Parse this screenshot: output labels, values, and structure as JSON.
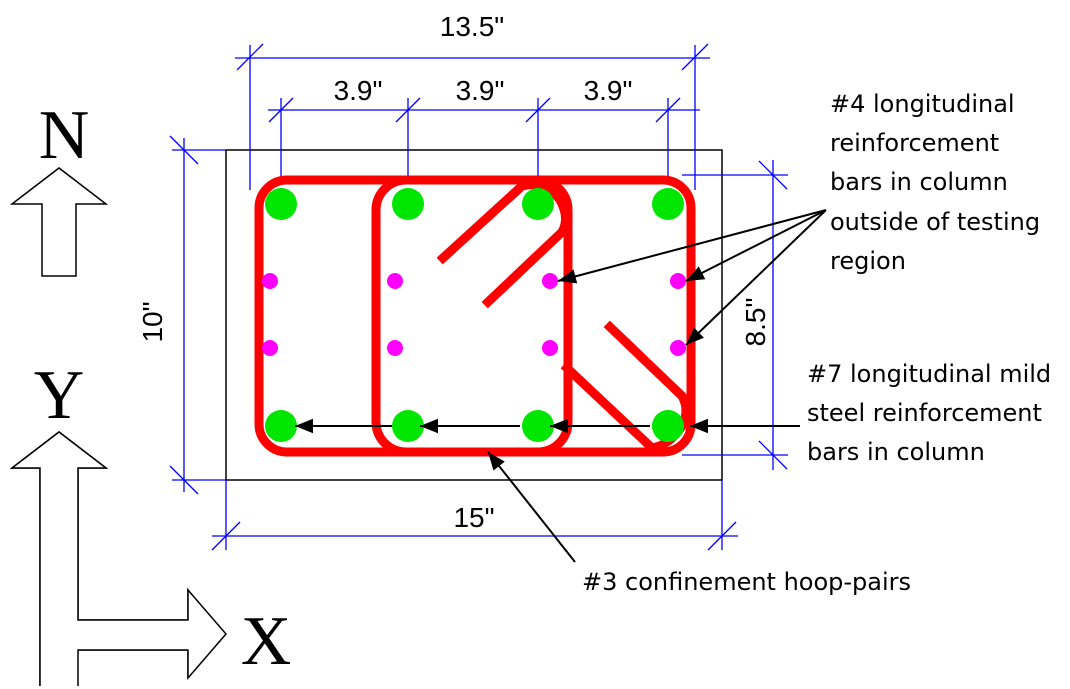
{
  "colors": {
    "hoop": "#ff0000",
    "bar7": "#00e600",
    "bar4": "#ff00ff",
    "dimension": "#0000ff",
    "outline": "#000000"
  },
  "dimensions": {
    "top_overall": "13.5\"",
    "spacing_1": "3.9\"",
    "spacing_2": "3.9\"",
    "spacing_3": "3.9\"",
    "left_height": "10\"",
    "right_height": "8.5\"",
    "bottom_width": "15\""
  },
  "labels": {
    "bar4_note": [
      "#4 longitudinal",
      "reinforcement",
      "bars in column",
      "outside of testing",
      "region"
    ],
    "bar7_note": [
      "#7 longitudinal mild",
      "steel reinforcement",
      "bars in column"
    ],
    "hoop_note": "#3 confinement hoop-pairs"
  },
  "axes": {
    "north": "N",
    "y": "Y",
    "x": "X"
  }
}
